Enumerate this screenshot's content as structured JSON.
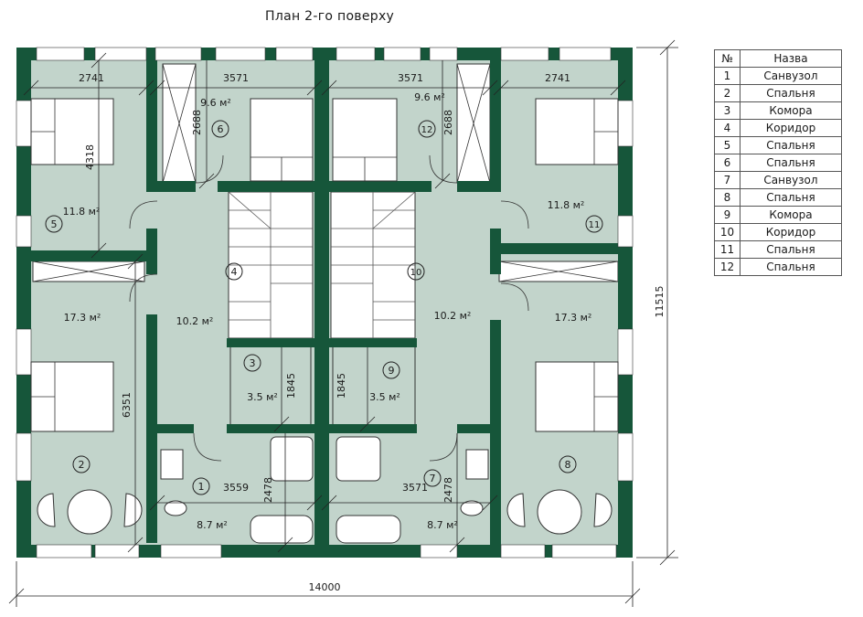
{
  "title": "План 2-го поверху",
  "overall_dims": {
    "width": "14000",
    "height": "11515"
  },
  "rooms": [
    {
      "number": "1",
      "area": "8.7 м²"
    },
    {
      "number": "2",
      "area": "17.3 м²"
    },
    {
      "number": "3",
      "area": "3.5 м²"
    },
    {
      "number": "4",
      "area": "10.2 м²"
    },
    {
      "number": "5",
      "area": "11.8 м²"
    },
    {
      "number": "6",
      "area": "9.6 м²"
    },
    {
      "number": "7",
      "area": "8.7 м²"
    },
    {
      "number": "8",
      "area": "17.3 м²"
    },
    {
      "number": "9",
      "area": "3.5 м²"
    },
    {
      "number": "10",
      "area": "10.2 м²"
    },
    {
      "number": "11",
      "area": "11.8 м²"
    },
    {
      "number": "12",
      "area": "9.6 м²"
    }
  ],
  "dims": {
    "top_left": "2741",
    "top_mid_left": "3571",
    "top_mid_right": "3571",
    "top_right": "2741",
    "room5_vertical": "4318",
    "room6_vertical": "2688",
    "room12_vertical": "2688",
    "room2_vertical": "6351",
    "room3_vertical": "1845",
    "room9_vertical": "1845",
    "bath_left_width": "3559",
    "bath_left_vertical": "2478",
    "bath_right_width": "3571",
    "bath_right_vertical": "2478"
  },
  "legend": {
    "header_no": "№",
    "header_name": "Назва",
    "rows": [
      {
        "no": "1",
        "name": "Санвузол"
      },
      {
        "no": "2",
        "name": "Спальня"
      },
      {
        "no": "3",
        "name": "Комора"
      },
      {
        "no": "4",
        "name": "Коридор"
      },
      {
        "no": "5",
        "name": "Спальня"
      },
      {
        "no": "6",
        "name": "Спальня"
      },
      {
        "no": "7",
        "name": "Санвузол"
      },
      {
        "no": "8",
        "name": "Спальня"
      },
      {
        "no": "9",
        "name": "Комора"
      },
      {
        "no": "10",
        "name": "Коридор"
      },
      {
        "no": "11",
        "name": "Спальня"
      },
      {
        "no": "12",
        "name": "Спальня"
      }
    ]
  },
  "colors": {
    "wall": "#16563a",
    "floor": "#c2d4cb",
    "line": "#222222"
  }
}
